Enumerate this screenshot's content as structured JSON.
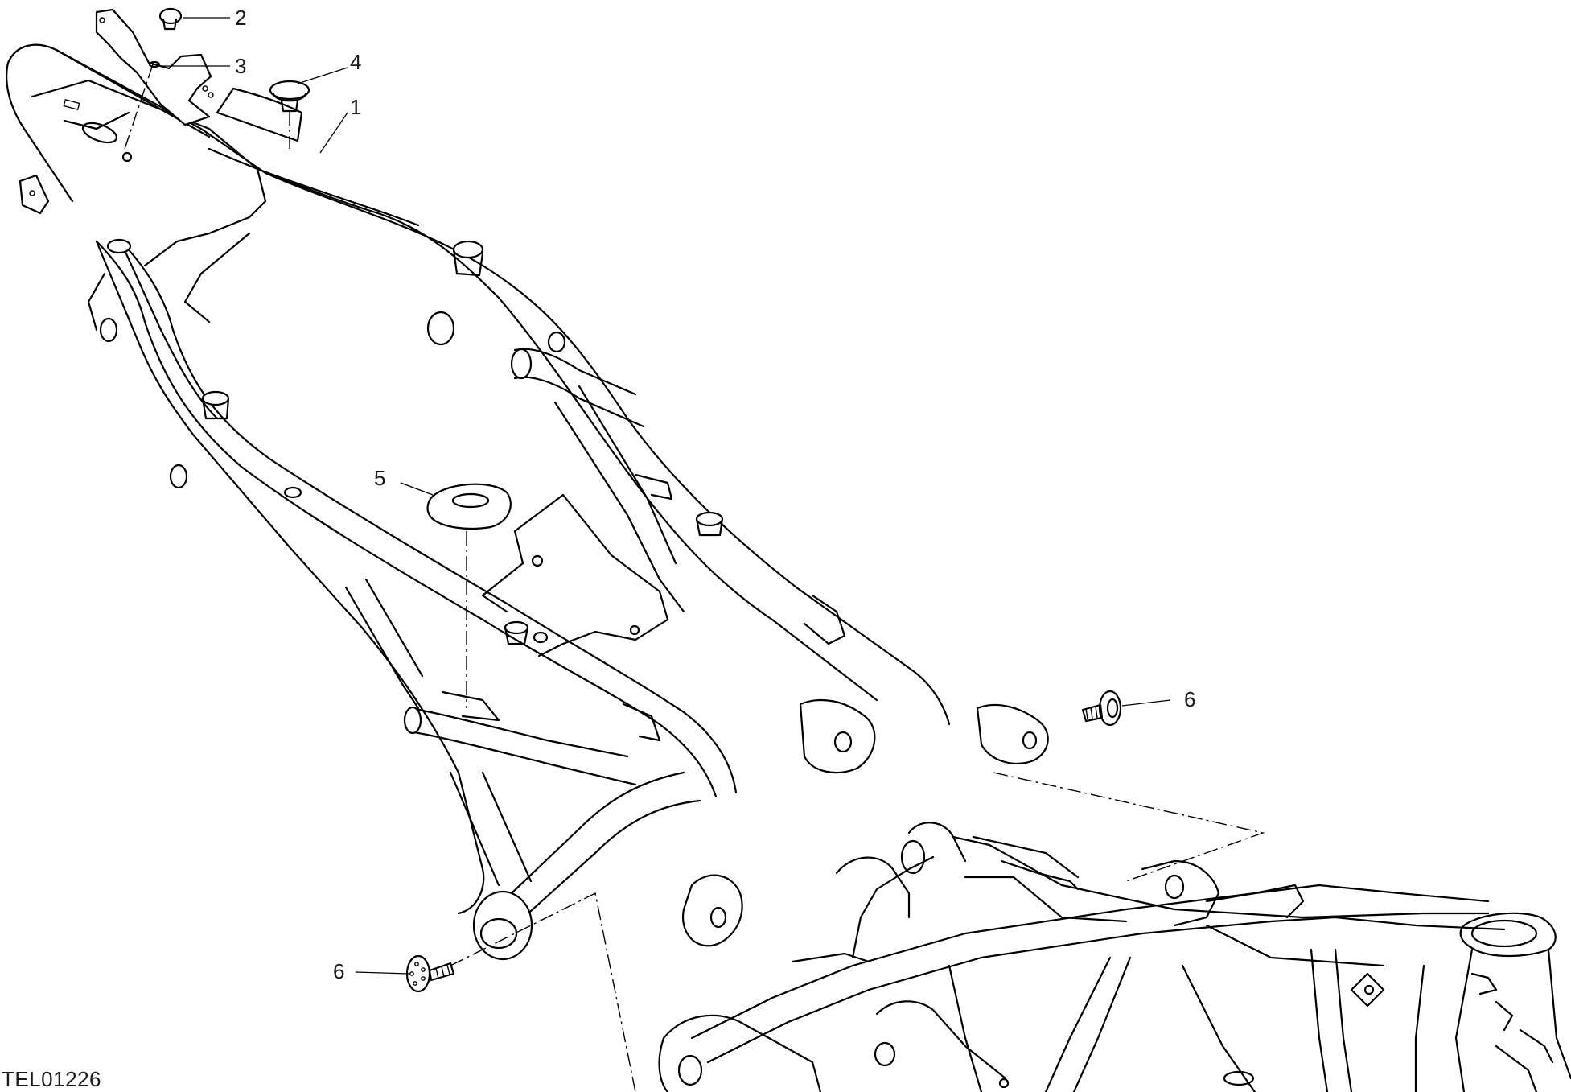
{
  "drawing": {
    "code": "TEL01226"
  },
  "callouts": [
    {
      "id": "c1",
      "label": "1"
    },
    {
      "id": "c2",
      "label": "2"
    },
    {
      "id": "c3",
      "label": "3"
    },
    {
      "id": "c4",
      "label": "4"
    },
    {
      "id": "c5",
      "label": "5"
    },
    {
      "id": "c6a",
      "label": "6"
    },
    {
      "id": "c6b",
      "label": "6"
    }
  ],
  "colors": {
    "line": "#000000",
    "background": "#ffffff"
  }
}
